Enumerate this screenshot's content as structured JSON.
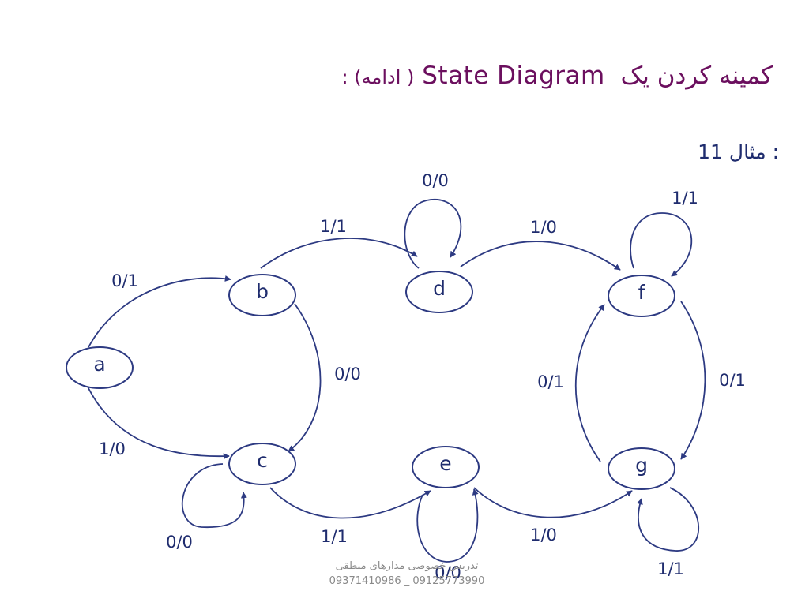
{
  "title": {
    "persian_main": "کمینه کردن یک",
    "english": "State Diagram",
    "suffix": ": (ادامه )"
  },
  "example_label": "مثال 11 :",
  "states": [
    {
      "id": "a",
      "label": "a"
    },
    {
      "id": "b",
      "label": "b"
    },
    {
      "id": "c",
      "label": "c"
    },
    {
      "id": "d",
      "label": "d"
    },
    {
      "id": "e",
      "label": "e"
    },
    {
      "id": "f",
      "label": "f"
    },
    {
      "id": "g",
      "label": "g"
    }
  ],
  "transitions": [
    {
      "from": "a",
      "to": "b",
      "label": "0/1"
    },
    {
      "from": "a",
      "to": "c",
      "label": "1/0"
    },
    {
      "from": "b",
      "to": "d",
      "label": "1/1"
    },
    {
      "from": "b",
      "to": "c",
      "label": "0/0"
    },
    {
      "from": "c",
      "to": "c",
      "label": "0/0"
    },
    {
      "from": "c",
      "to": "e",
      "label": "1/1"
    },
    {
      "from": "d",
      "to": "d",
      "label": "0/0"
    },
    {
      "from": "d",
      "to": "f",
      "label": "1/0"
    },
    {
      "from": "e",
      "to": "e",
      "label": "0/0"
    },
    {
      "from": "e",
      "to": "g",
      "label": "1/0"
    },
    {
      "from": "f",
      "to": "f",
      "label": "1/1"
    },
    {
      "from": "f",
      "to": "g",
      "label": "0/1"
    },
    {
      "from": "g",
      "to": "f",
      "label": "0/1"
    },
    {
      "from": "g",
      "to": "g",
      "label": "1/1"
    }
  ],
  "footer": {
    "line1": "تدریس خصوصی مدارهای منطقی",
    "line2": "09371410986 _ 09125773990"
  },
  "colors": {
    "title": "#6b0f5e",
    "text": "#1f2c6e",
    "stroke": "#2d3a82",
    "footer": "#8a8a8a"
  }
}
